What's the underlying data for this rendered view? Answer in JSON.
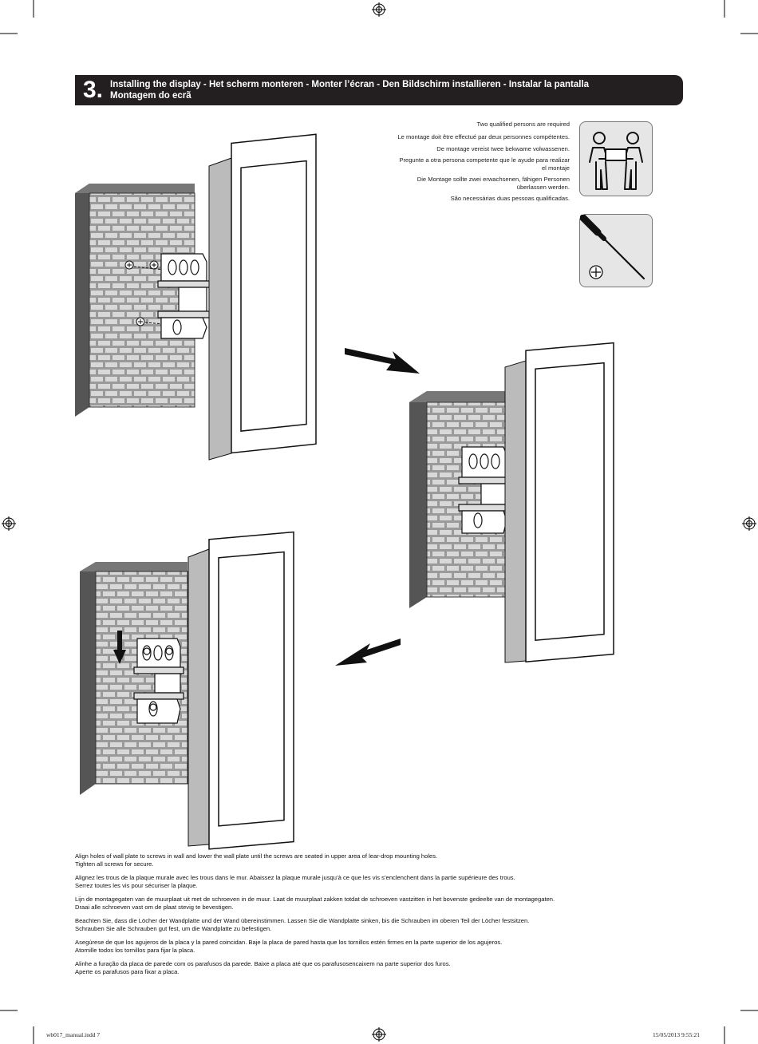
{
  "header": {
    "step_number": "3.",
    "title_line1": "Installing the display - Het scherm monteren - Monter l’écran - Den Bildschirm installieren - Instalar la pantalla",
    "title_line2": "Montagem do ecrã"
  },
  "warnings": [
    {
      "line1": "Two qualified persons are required",
      "line2": ""
    },
    {
      "line1": "Le montage doit être effectué par deux personnes compétentes.",
      "line2": ""
    },
    {
      "line1": "De montage vereist twee bekwame volwassenen.",
      "line2": ""
    },
    {
      "line1": "Pregunte a otra persona competente que le ayude para realizar",
      "line2": "el montaje"
    },
    {
      "line1": "Die Montage sollte zwei erwachsenen, fähigen Personen",
      "line2": "überlassen werden."
    },
    {
      "line1": "São necessárias duas pessoas qualificadas.",
      "line2": ""
    }
  ],
  "icons": {
    "two_persons": "two-persons-icon",
    "screwdriver": "phillips-screwdriver-icon"
  },
  "instructions": [
    {
      "line1": "Align holes of wall plate to screws in wall and lower the wall plate until the screws are seated in upper area of lear-drop mounting holes.",
      "line2": "Tighten all screws for secure."
    },
    {
      "line1": "Alignez les trous de la plaque murale avec les trous dans le mur.  Abaissez la plaque murale jusqu’à ce que les vis s’enclenchent dans la partie supérieure des trous.",
      "line2": "Serrez toutes les vis pour sécuriser la plaque."
    },
    {
      "line1": "Lijn de montagegaten van de muurplaat uit met de schroeven in de muur. Laat de muurplaat zakken totdat de schroeven vastzitten in het bovenste gedeelte van de montagegaten.",
      "line2": "Draai alle schroeven vast om de plaat stevig te bevestigen."
    },
    {
      "line1": "Beachten Sie, dass die Löcher der Wandplatte und der Wand übereinstimmen. Lassen Sie die Wandplatte sinken, bis die Schrauben im oberen Teil der Löcher festsitzen.",
      "line2": "Schrauben Sie alle Schrauben gut fest, um die Wandplatte zu befestigen."
    },
    {
      "line1": "Asegúrese de que los agujeros de la placa y la pared coincidan. Baje la placa de pared hasta que los tornillos estén firmes en la parte superior de los agujeros.",
      "line2": "Atornille todos los tornillos para fijar la placa."
    },
    {
      "line1": "Alinhe a furação da placa de parede com os parafusos da parede. Baixe a placa até que os parafusosencaixem na parte superior dos furos.",
      "line2": "Aperte os parafusos para fixar a placa."
    }
  ],
  "footer": {
    "file_label": "wb017_manual.indd   7",
    "timestamp": "15/05/2013   9:55:21"
  }
}
